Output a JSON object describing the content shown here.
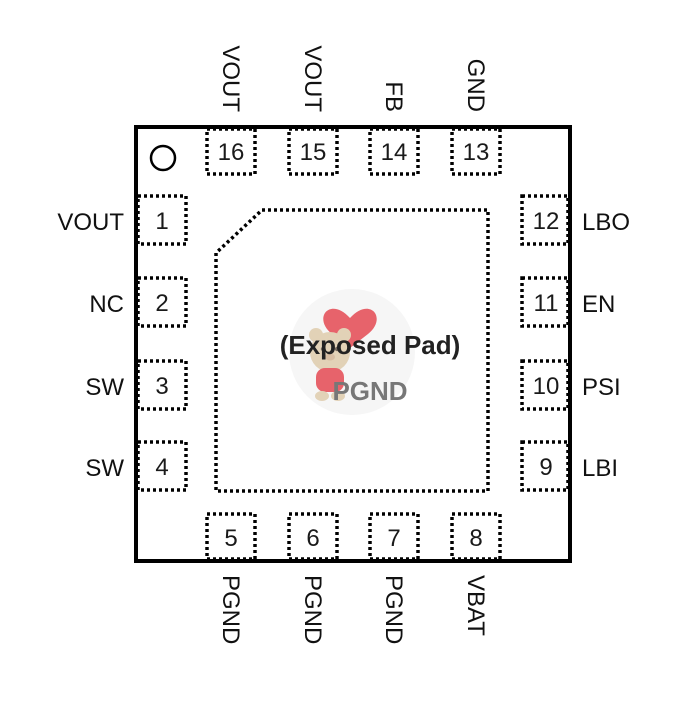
{
  "package": {
    "pins": [
      {
        "num": "1",
        "name": "VOUT",
        "side": "left"
      },
      {
        "num": "2",
        "name": "NC",
        "side": "left"
      },
      {
        "num": "3",
        "name": "SW",
        "side": "left"
      },
      {
        "num": "4",
        "name": "SW",
        "side": "left"
      },
      {
        "num": "5",
        "name": "PGND",
        "side": "bottom"
      },
      {
        "num": "6",
        "name": "PGND",
        "side": "bottom"
      },
      {
        "num": "7",
        "name": "PGND",
        "side": "bottom"
      },
      {
        "num": "8",
        "name": "VBAT",
        "side": "bottom"
      },
      {
        "num": "9",
        "name": "LBI",
        "side": "right"
      },
      {
        "num": "10",
        "name": "PSI",
        "side": "right"
      },
      {
        "num": "11",
        "name": "EN",
        "side": "right"
      },
      {
        "num": "12",
        "name": "LBO",
        "side": "right"
      },
      {
        "num": "13",
        "name": "GND",
        "side": "top"
      },
      {
        "num": "14",
        "name": "FB",
        "side": "top"
      },
      {
        "num": "15",
        "name": "VOUT",
        "side": "top"
      },
      {
        "num": "16",
        "name": "VOUT",
        "side": "top"
      }
    ],
    "pad_label_line1": "(Exposed Pad)",
    "pad_label_line2": "PGND"
  },
  "colors": {
    "outline": "#000000",
    "pin_number": "#1a1a1a",
    "pin_name": "#111111",
    "pad_text": "#222222",
    "watermark_heart": "#e0303a",
    "watermark_bear": "#d9c3a0"
  },
  "icons": {
    "pin1_marker": "circle-marker-icon",
    "watermark": "bear-heart-watermark-icon"
  }
}
